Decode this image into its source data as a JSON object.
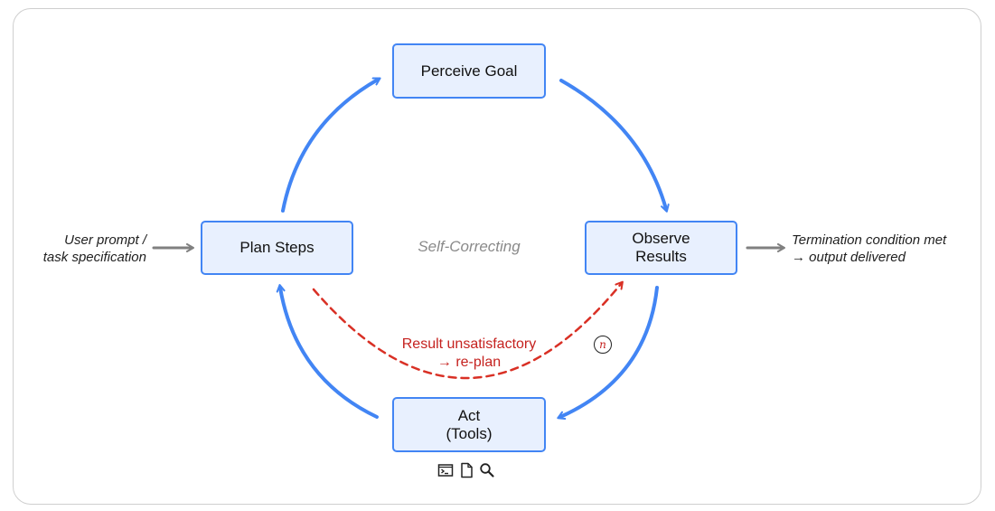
{
  "nodes": {
    "perceive": "Perceive Goal",
    "plan": "Plan Steps",
    "observe_line1": "Observe",
    "observe_line2": "Results",
    "act_line1": "Act",
    "act_line2": "(Tools)"
  },
  "labels": {
    "input_line1": "User prompt /",
    "input_line2": "task specification",
    "output_line1": "Termination condition met",
    "output_line2": "→ output delivered",
    "center": "Self-Correcting",
    "replan_line1": "Result unsatisfactory",
    "replan_line2": "→ re-plan",
    "badge": "n"
  },
  "tool_icons": [
    "terminal-icon",
    "document-icon",
    "search-icon"
  ],
  "colors": {
    "node_fill": "#e8f0fe",
    "node_border": "#4285f4",
    "cycle_arrow": "#4285f4",
    "replan_arrow": "#d93025",
    "io_arrow": "#808080"
  }
}
